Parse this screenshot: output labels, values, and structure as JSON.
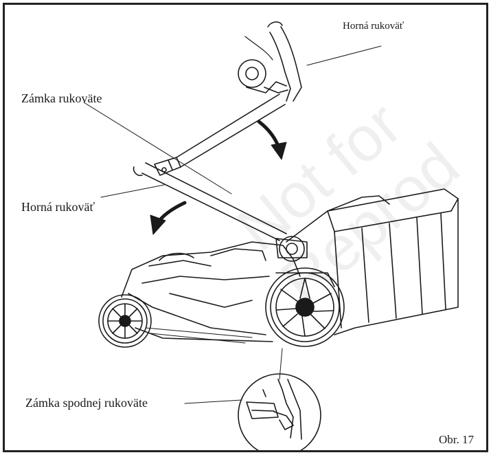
{
  "labels": {
    "upper_handle_top": "Horná rukoväť",
    "handle_lock": "Zámka rukoväte",
    "upper_handle_left": "Horná rukoväť",
    "lower_handle_lock": "Zámka spodnej rukoväte",
    "figure_number": "Obr. 17"
  },
  "watermark": {
    "line1": "Not for",
    "line2": "Reprod"
  },
  "colors": {
    "line": "#1a1a1a",
    "frame": "#222222",
    "background": "#ffffff"
  }
}
